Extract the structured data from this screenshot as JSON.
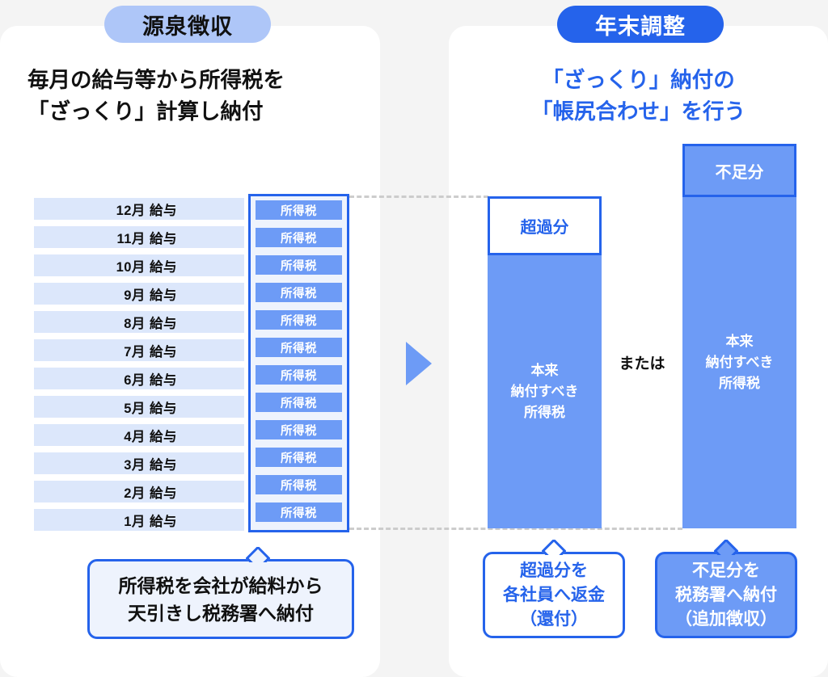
{
  "background_color": "#f4f4f4",
  "colors": {
    "accent_blue": "#2563eb",
    "bar_blue": "#6d9bf6",
    "badge_light": "#aec6f8",
    "row_light": "#dce7fb",
    "callout_light": "#eef3fd",
    "dash_gray": "#cccccc"
  },
  "left_panel": {
    "badge_label": "源泉徴収",
    "title": "毎月の給与等から所得税を\n「ざっくり」計算し納付",
    "month_rows": [
      {
        "label": "12月 給与",
        "tax_label": "所得税"
      },
      {
        "label": "11月 給与",
        "tax_label": "所得税"
      },
      {
        "label": "10月 給与",
        "tax_label": "所得税"
      },
      {
        "label": "9月 給与",
        "tax_label": "所得税"
      },
      {
        "label": "8月 給与",
        "tax_label": "所得税"
      },
      {
        "label": "7月 給与",
        "tax_label": "所得税"
      },
      {
        "label": "6月 給与",
        "tax_label": "所得税"
      },
      {
        "label": "5月 給与",
        "tax_label": "所得税"
      },
      {
        "label": "4月 給与",
        "tax_label": "所得税"
      },
      {
        "label": "3月 給与",
        "tax_label": "所得税"
      },
      {
        "label": "2月 給与",
        "tax_label": "所得税"
      },
      {
        "label": "1月 給与",
        "tax_label": "所得税"
      }
    ],
    "callout": "所得税を会社が給料から\n天引きし税務署へ納付"
  },
  "right_panel": {
    "badge_label": "年末調整",
    "title": "「ざっくり」納付の\n「帳尻合わせ」を行う",
    "or_label": "または",
    "bar_excess": {
      "cap_label": "超過分",
      "main_label": "本来\n納付すべき\n所得税",
      "callout": "超過分を\n各社員へ返金\n（還付）"
    },
    "bar_shortage": {
      "cap_label": "不足分",
      "main_label": "本来\n納付すべき\n所得税",
      "callout": "不足分を\n税務署へ納付\n（追加徴収）"
    }
  },
  "icons": {
    "flow_arrow": "triangle-right-icon"
  }
}
